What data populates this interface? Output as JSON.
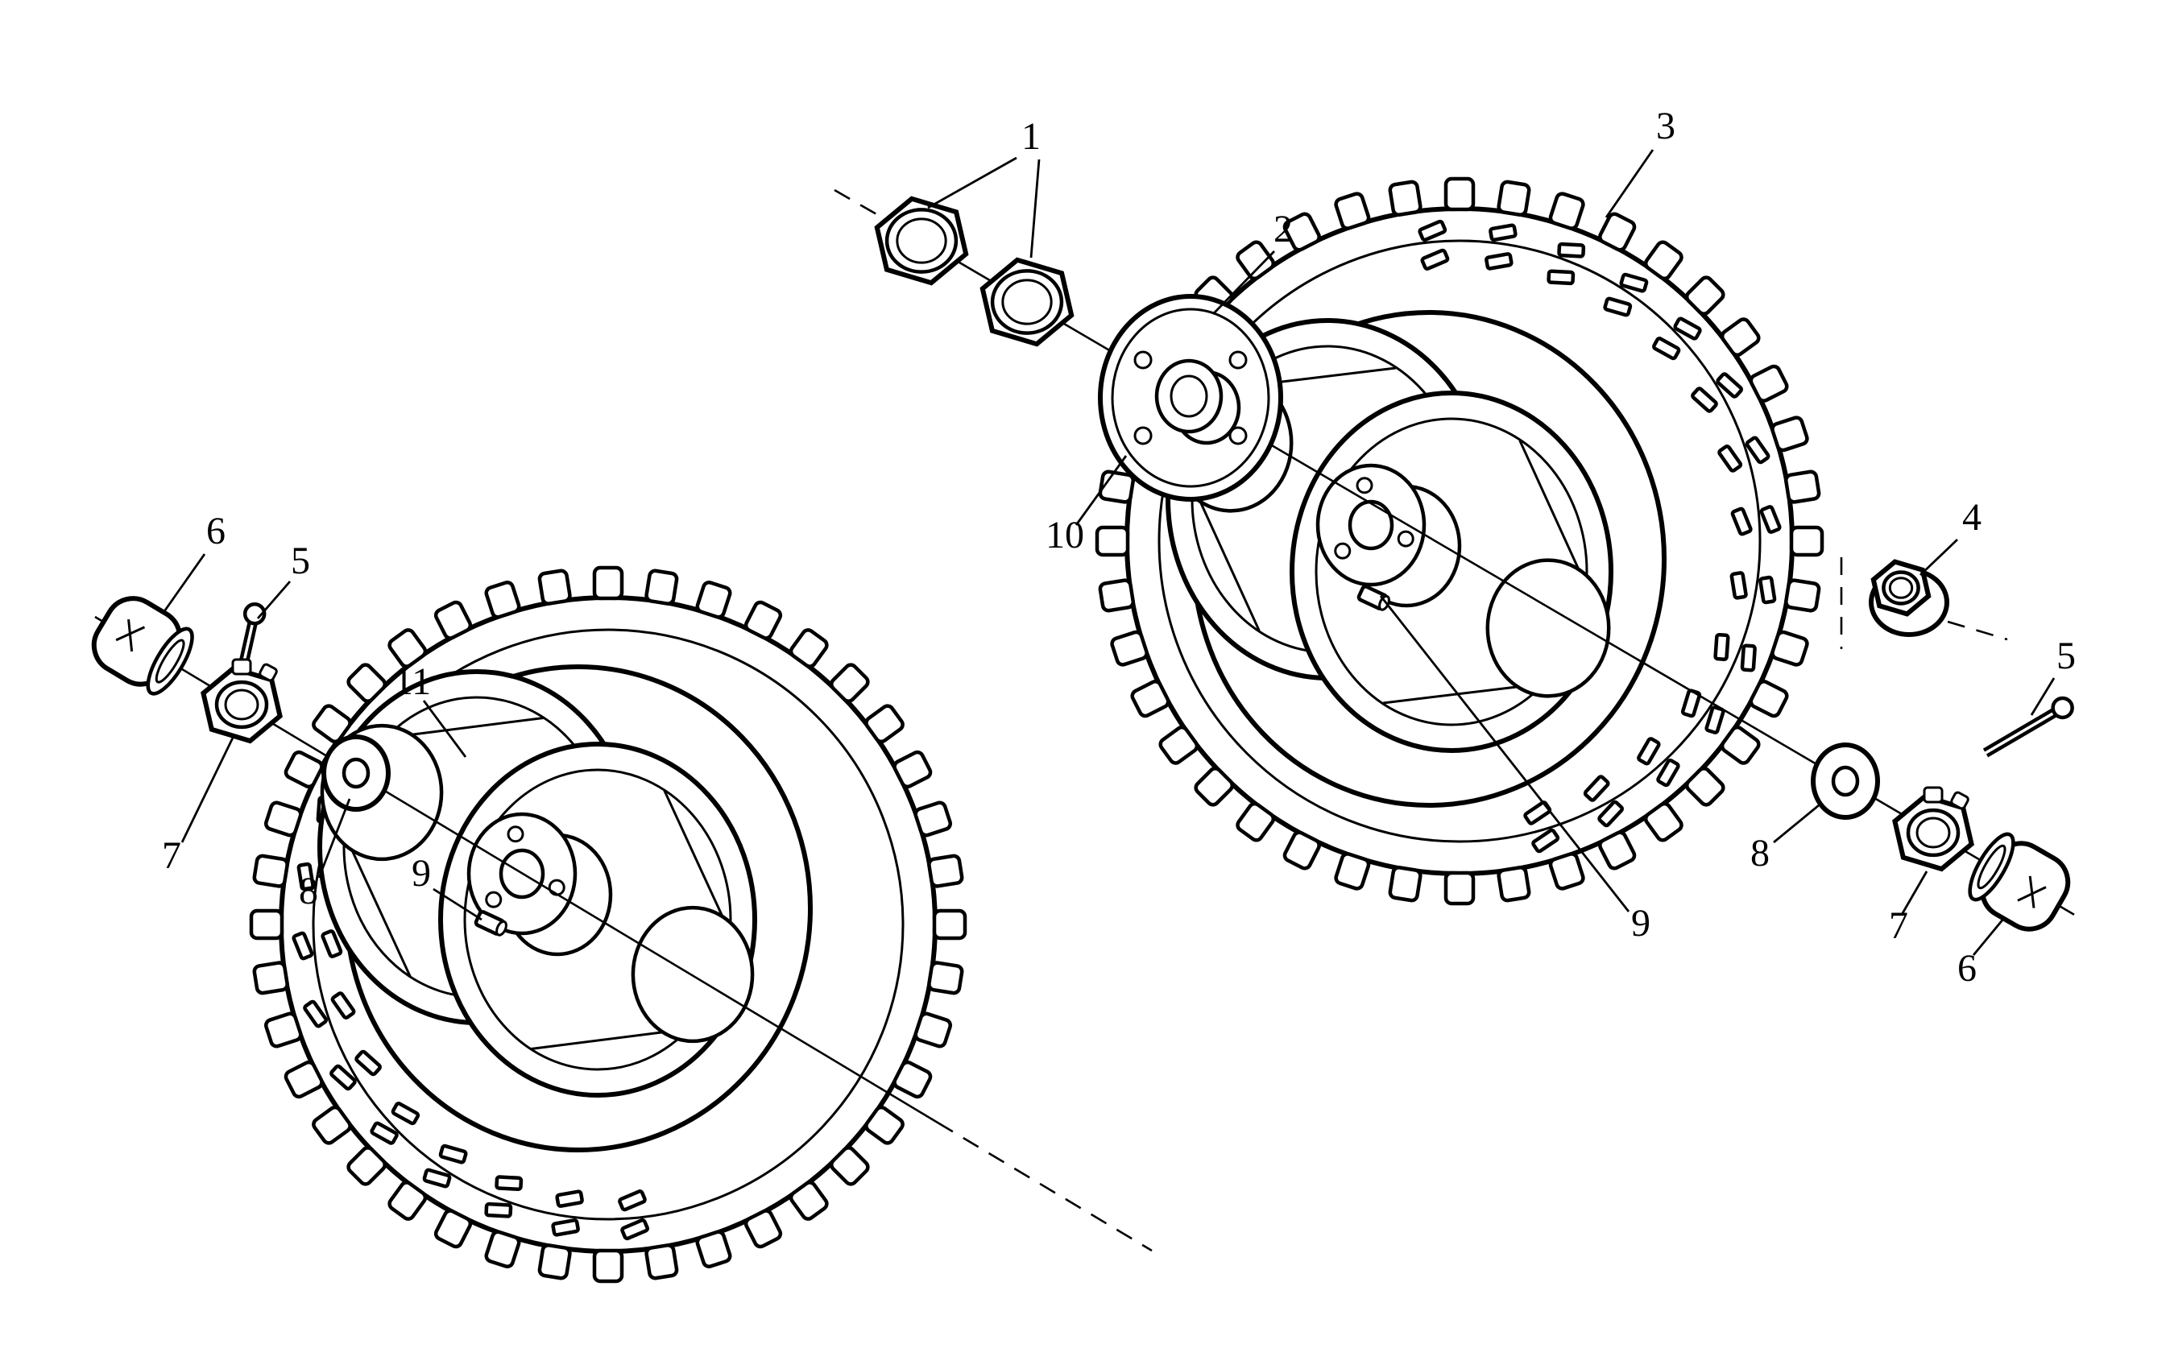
{
  "diagram": {
    "kind": "exploded-parts-diagram",
    "subject": "wheel-and-hub-assemblies",
    "background": "#ffffff",
    "line_color": "#000000",
    "callouts": {
      "bearing_nut_pair": "1",
      "hub_flange_right": "2",
      "tire_right": "3",
      "flange_nut_right": "4",
      "cotter_pin_right": "5",
      "cotter_pin_left": "5",
      "dust_cap_left": "6",
      "dust_cap_right": "6",
      "castle_nut_left": "7",
      "castle_nut_right": "7",
      "washer_left": "8",
      "washer_right": "8",
      "valve_left": "9",
      "valve_right": "9",
      "hub_disc": "10",
      "rim_half": "11"
    }
  }
}
